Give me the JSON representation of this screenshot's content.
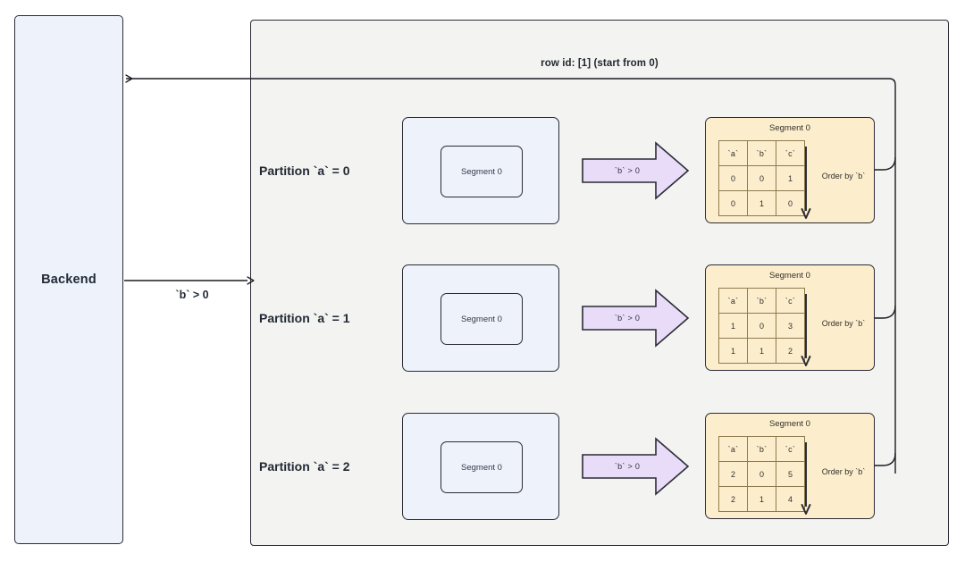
{
  "backend": {
    "label": "Backend"
  },
  "request": {
    "label": "`b` > 0"
  },
  "cluster": {
    "title": "row id: [1]  (start from 0)"
  },
  "colors": {
    "backend_fill": "#edf2fb",
    "cluster_fill": "#f3f3f1",
    "result_fill": "#fceecd",
    "arrow_fill": "#e8dcf8",
    "stroke": "#2b2b36",
    "table_grid": "#8d7a4e"
  },
  "rows": [
    {
      "partition_label": "Partition `a` = 0",
      "segment_label": "Segment 0",
      "filter_label": "`b` > 0",
      "result_title": "Segment 0",
      "order_label": "Order by `b`",
      "table": {
        "headers": [
          "`a`",
          "`b`",
          "`c`"
        ],
        "rows": [
          [
            "0",
            "0",
            "1"
          ],
          [
            "0",
            "1",
            "0"
          ]
        ]
      }
    },
    {
      "partition_label": "Partition `a` = 1",
      "segment_label": "Segment 0",
      "filter_label": "`b` > 0",
      "result_title": "Segment 0",
      "order_label": "Order by `b`",
      "table": {
        "headers": [
          "`a`",
          "`b`",
          "`c`"
        ],
        "rows": [
          [
            "1",
            "0",
            "3"
          ],
          [
            "1",
            "1",
            "2"
          ]
        ]
      }
    },
    {
      "partition_label": "Partition `a` = 2",
      "segment_label": "Segment 0",
      "filter_label": "`b` > 0",
      "result_title": "Segment 0",
      "order_label": "Order by `b`",
      "table": {
        "headers": [
          "`a`",
          "`b`",
          "`c`"
        ],
        "rows": [
          [
            "2",
            "0",
            "5"
          ],
          [
            "2",
            "1",
            "4"
          ]
        ]
      }
    }
  ]
}
